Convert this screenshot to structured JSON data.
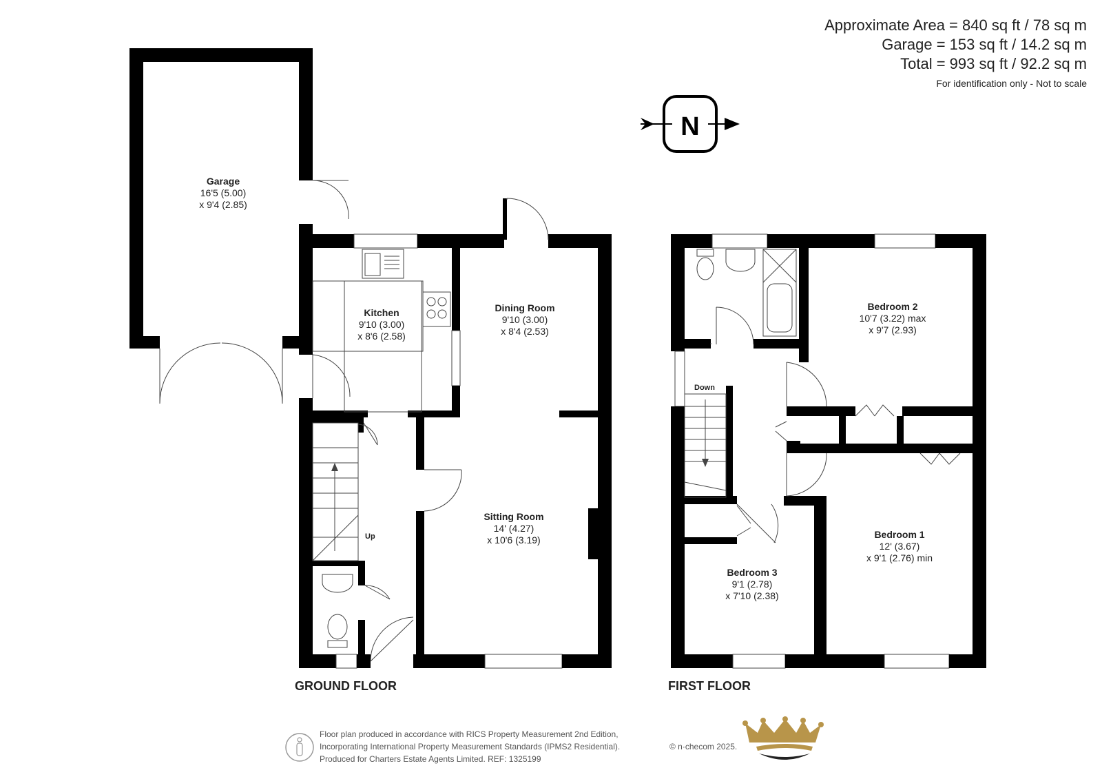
{
  "areas": {
    "approximate": "Approximate Area = 840 sq ft / 78 sq m",
    "garage": "Garage = 153 sq ft / 14.2 sq m",
    "total": "Total = 993 sq ft / 92.2 sq m",
    "note": "For identification only - Not to scale"
  },
  "compass": {
    "letter": "N"
  },
  "rooms": {
    "garage": {
      "name": "Garage",
      "dim1": "16'5 (5.00)",
      "dim2": "x 9'4 (2.85)"
    },
    "kitchen": {
      "name": "Kitchen",
      "dim1": "9'10 (3.00)",
      "dim2": "x 8'6 (2.58)"
    },
    "dining": {
      "name": "Dining Room",
      "dim1": "9'10 (3.00)",
      "dim2": "x 8'4 (2.53)"
    },
    "sitting": {
      "name": "Sitting Room",
      "dim1": "14' (4.27)",
      "dim2": "x 10'6 (3.19)"
    },
    "bedroom2": {
      "name": "Bedroom 2",
      "dim1": "10'7 (3.22) max",
      "dim2": "x 9'7 (2.93)"
    },
    "bedroom1": {
      "name": "Bedroom 1",
      "dim1": "12' (3.67)",
      "dim2": "x 9'1 (2.76) min"
    },
    "bedroom3": {
      "name": "Bedroom 3",
      "dim1": "9'1 (2.78)",
      "dim2": "x 7'10 (2.38)"
    }
  },
  "stairs": {
    "up": "Up",
    "down": "Down"
  },
  "floors": {
    "ground": "GROUND FLOOR",
    "first": "FIRST FLOOR"
  },
  "footer": {
    "line1": "Floor plan produced in accordance with RICS Property Measurement 2nd Edition,",
    "line2": "Incorporating International Property Measurement Standards (IPMS2 Residential).",
    "line3": "Produced for Charters Estate Agents Limited.   REF: 1325199",
    "brand": "© n·checom 2025."
  },
  "colors": {
    "wall": "#000000",
    "crown": "#b8954a",
    "text": "#222222"
  }
}
